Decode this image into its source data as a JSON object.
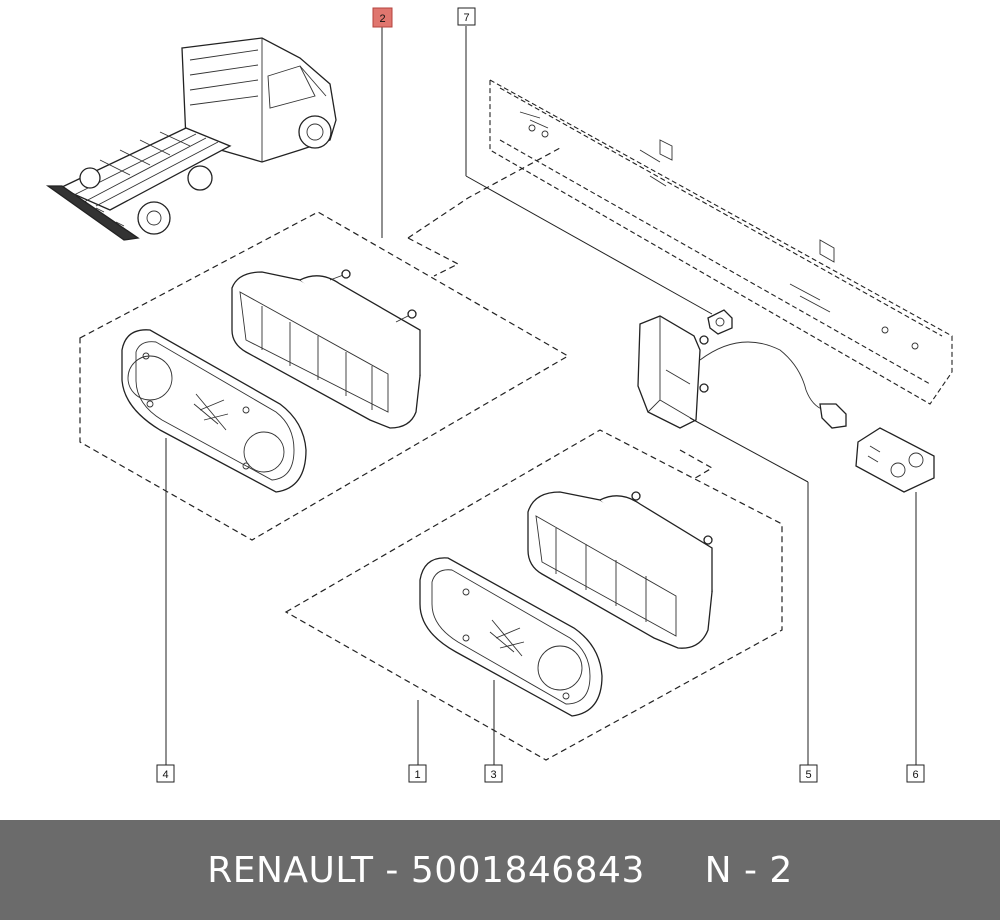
{
  "callouts": {
    "c1": "1",
    "c2": "2",
    "c3": "3",
    "c4": "4",
    "c5": "5",
    "c6": "6",
    "c7": "7"
  },
  "footer": {
    "text": "RENAULT - 5001846843     N - 2"
  },
  "colors": {
    "highlight": "#e0766f",
    "footer_bg": "#6b6b6b",
    "footer_text": "#ffffff"
  }
}
